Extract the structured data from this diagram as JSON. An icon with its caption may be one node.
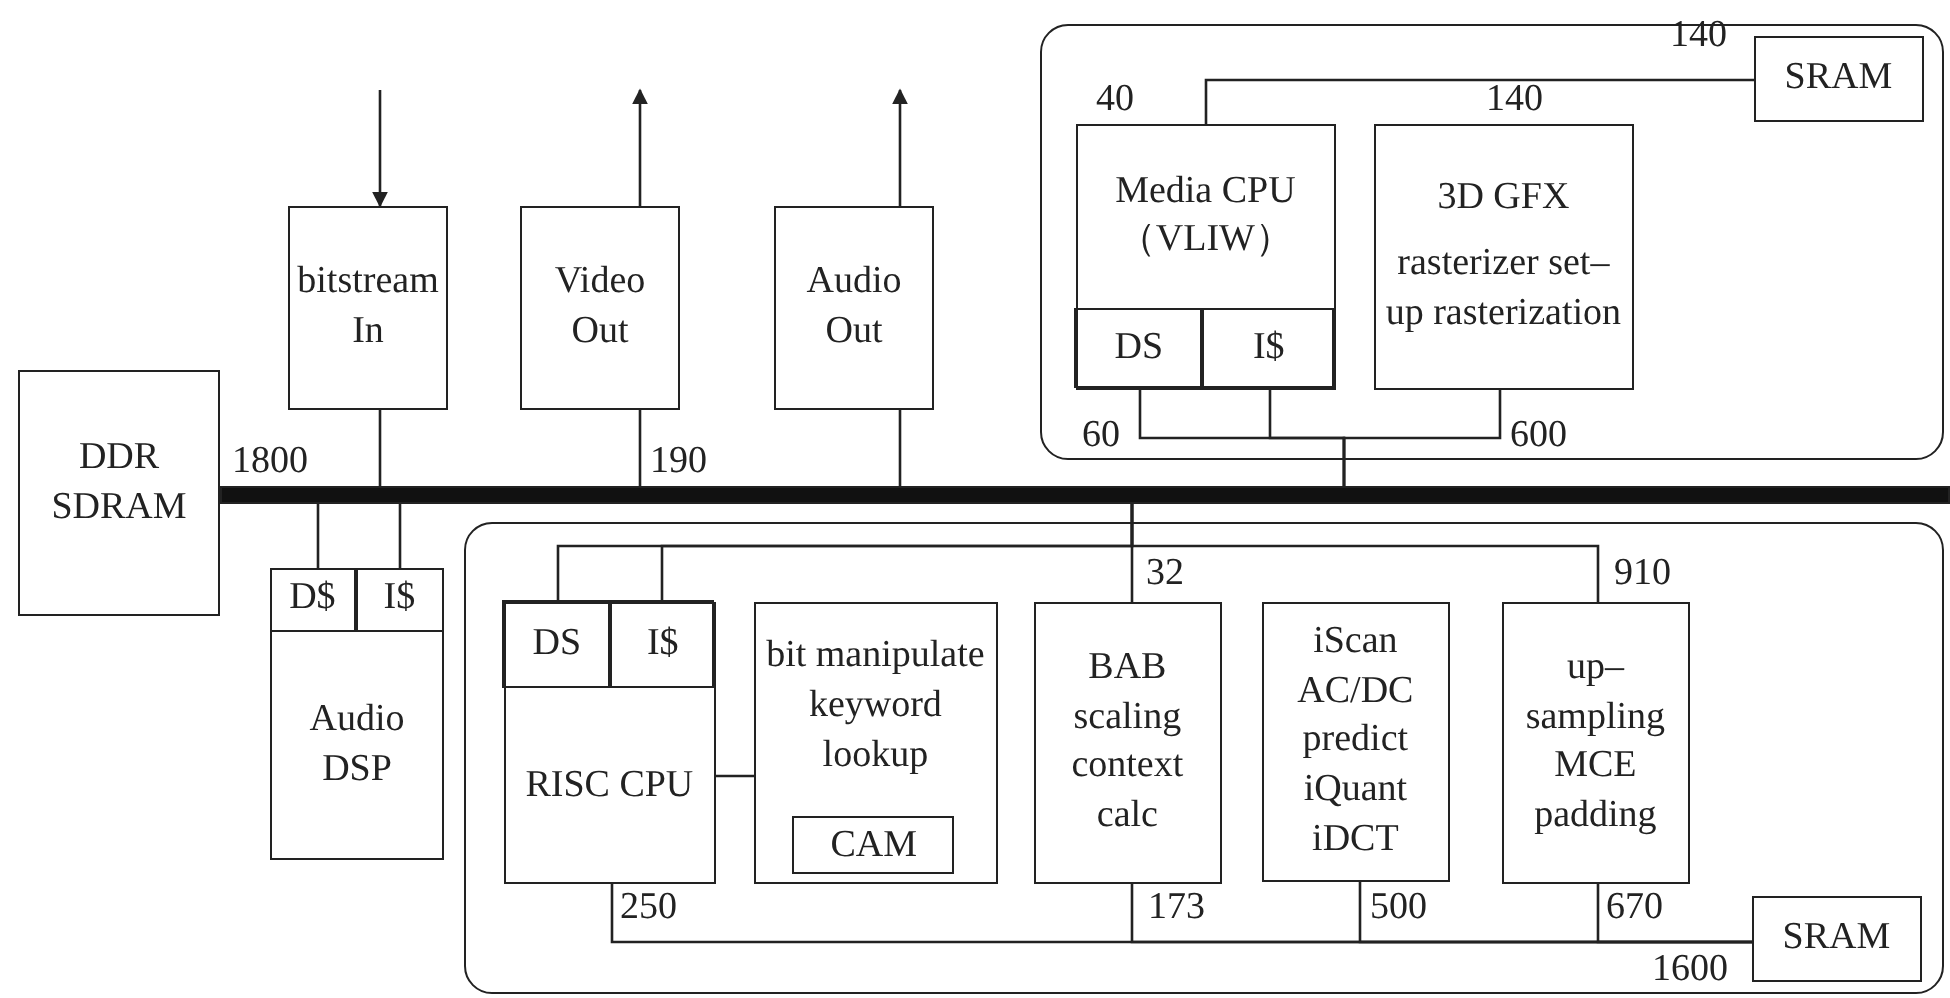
{
  "diagram": {
    "nodes": [
      {
        "text": [
          "DDR SDRAM"
        ]
      },
      {
        "text": [],
        "shape": "bar"
      },
      {
        "text": [
          "bitstream In"
        ]
      },
      {
        "text": [
          "Video Out"
        ]
      },
      {
        "text": [
          "Audio Out"
        ]
      },
      {
        "text": [
          "Audio DSP"
        ]
      },
      {
        "text": [
          "D$"
        ],
        "in": 5
      },
      {
        "text": [
          "I$"
        ],
        "in": 5
      },
      {
        "text": [],
        "shape": "box"
      },
      {
        "text": [
          "Media CPU （VLIW）"
        ],
        "in": 8
      },
      {
        "text": [
          "DS"
        ],
        "in": 9
      },
      {
        "text": [
          "I$"
        ],
        "in": 9
      },
      {
        "text": [
          "3D GFX",
          "rasterizer set–up rasterization"
        ],
        "in": 8
      },
      {
        "text": [
          "SRAM"
        ],
        "in": 8
      },
      {
        "text": [],
        "shape": "box"
      },
      {
        "text": [
          "RISC CPU"
        ],
        "in": 14
      },
      {
        "text": [
          "DS"
        ],
        "in": 15
      },
      {
        "text": [
          "I$"
        ],
        "in": 15
      },
      {
        "text": [
          "bit manipulate keyword lookup"
        ],
        "in": 14
      },
      {
        "text": [
          "CAM"
        ],
        "in": 18
      },
      {
        "text": [
          "BAB scaling context calc"
        ],
        "in": 14
      },
      {
        "text": [
          "iScan AC/DC predict iQuant iDCT"
        ],
        "in": 14
      },
      {
        "text": [
          "up–sampling MCE padding"
        ],
        "in": 14
      },
      {
        "text": [
          "SRAM"
        ],
        "in": 14
      }
    ],
    "edges": [
      {
        "from": null,
        "to": 2,
        "arrow": "to"
      },
      {
        "from": 3,
        "to": null,
        "arrow": "to"
      },
      {
        "from": 4,
        "to": null,
        "arrow": "to"
      },
      {
        "from": 2,
        "to": 1,
        "arrow": "none"
      },
      {
        "from": 3,
        "to": 1,
        "arrow": "none"
      },
      {
        "from": 4,
        "to": 1,
        "arrow": "none"
      },
      {
        "from": 1,
        "to": 6,
        "arrow": "none"
      },
      {
        "from": 1,
        "to": 7,
        "arrow": "none"
      },
      {
        "from": 13,
        "to": 9,
        "arrow": "none"
      },
      {
        "from": 10,
        "to": 1,
        "arrow": "none"
      },
      {
        "from": 11,
        "to": 1,
        "arrow": "none"
      },
      {
        "from": 12,
        "to": 1,
        "arrow": "none"
      },
      {
        "from": 1,
        "to": 16,
        "arrow": "none"
      },
      {
        "from": 1,
        "to": 17,
        "arrow": "none"
      },
      {
        "from": 1,
        "to": 20,
        "arrow": "none"
      },
      {
        "from": 1,
        "to": 22,
        "arrow": "none"
      },
      {
        "from": 15,
        "to": 18,
        "arrow": "none"
      },
      {
        "from": 15,
        "to": 23,
        "arrow": "none"
      },
      {
        "from": 20,
        "to": 23,
        "arrow": "none"
      },
      {
        "from": 21,
        "to": 23,
        "arrow": "none"
      },
      {
        "from": 22,
        "to": 23,
        "arrow": "none"
      }
    ],
    "labels": [
      "140",
      "40",
      "140",
      "1800",
      "190",
      "60",
      "600",
      "32",
      "910",
      "250",
      "173",
      "500",
      "670",
      "1600"
    ]
  }
}
